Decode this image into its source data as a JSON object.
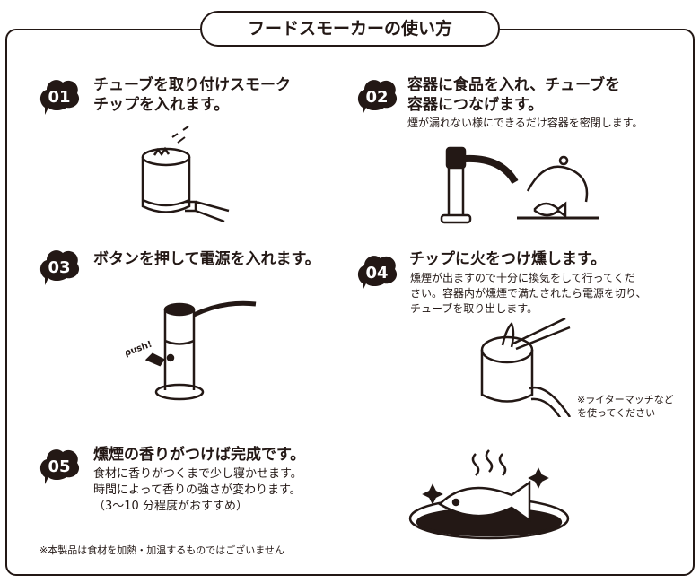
{
  "title": "フードスモーカーの使い方",
  "steps": [
    {
      "num": "01",
      "title_lines": [
        "チューブを取り付けスモーク",
        "チップを入れます。"
      ]
    },
    {
      "num": "02",
      "title_lines": [
        "容器に食品を入れ、チューブを",
        "容器につなげます。"
      ],
      "sub_lines": [
        "煙が漏れない様にできるだけ容器を密閉します。"
      ]
    },
    {
      "num": "03",
      "title_lines": [
        "ボタンを押して電源を入れます。"
      ],
      "illustration_label": "push!"
    },
    {
      "num": "04",
      "title_lines": [
        "チップに火をつけ燻します。"
      ],
      "sub_lines": [
        "燻煙が出ますので十分に換気をして行ってくだ",
        "さい。容器内が燻煙で満たされたら電源を切り、",
        "チューブを取り出します。"
      ],
      "note_lines": [
        "※ライターマッチなど",
        "を使ってください"
      ]
    },
    {
      "num": "05",
      "title_lines": [
        "燻煙の香りがつけば完成です。"
      ],
      "sub_lines": [
        "食材に香りがつくまで少し寝かせます。",
        "時間によって香りの強さが変わります。",
        "（3〜10 分程度がおすすめ）"
      ]
    }
  ],
  "footer_note": "※本製品は食材を加熱・加温するものではございません",
  "colors": {
    "ink": "#231815",
    "background": "#ffffff"
  }
}
